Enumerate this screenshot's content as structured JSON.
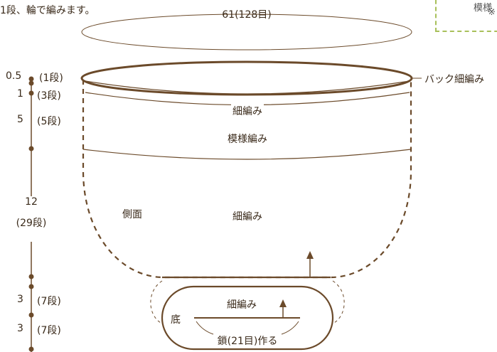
{
  "top_note": "1段、輪で編みます。",
  "top_measure": "61(128目)",
  "side_note": {
    "line1": "模様",
    "line2": "※"
  },
  "rim_label": "バック細編み",
  "band1_label": "細編み",
  "band2_label": "模様編み",
  "body_label": "細編み",
  "side_label": "側面",
  "bottom_label": "底",
  "bottom_pattern_label": "細編み",
  "chain_label": "鎖(21目)作る",
  "dimensions": [
    {
      "size": "0.5",
      "rows": "(1段)"
    },
    {
      "size": "1",
      "rows": "(3段)"
    },
    {
      "size": "5",
      "rows": "(5段)"
    },
    {
      "size": "12",
      "rows": "(29段)"
    },
    {
      "size": "3",
      "rows": "(7段)"
    },
    {
      "size": "3",
      "rows": "(7段)"
    }
  ],
  "colors": {
    "line": "#6b4a2a",
    "dashed_box": "#a8c05a"
  }
}
